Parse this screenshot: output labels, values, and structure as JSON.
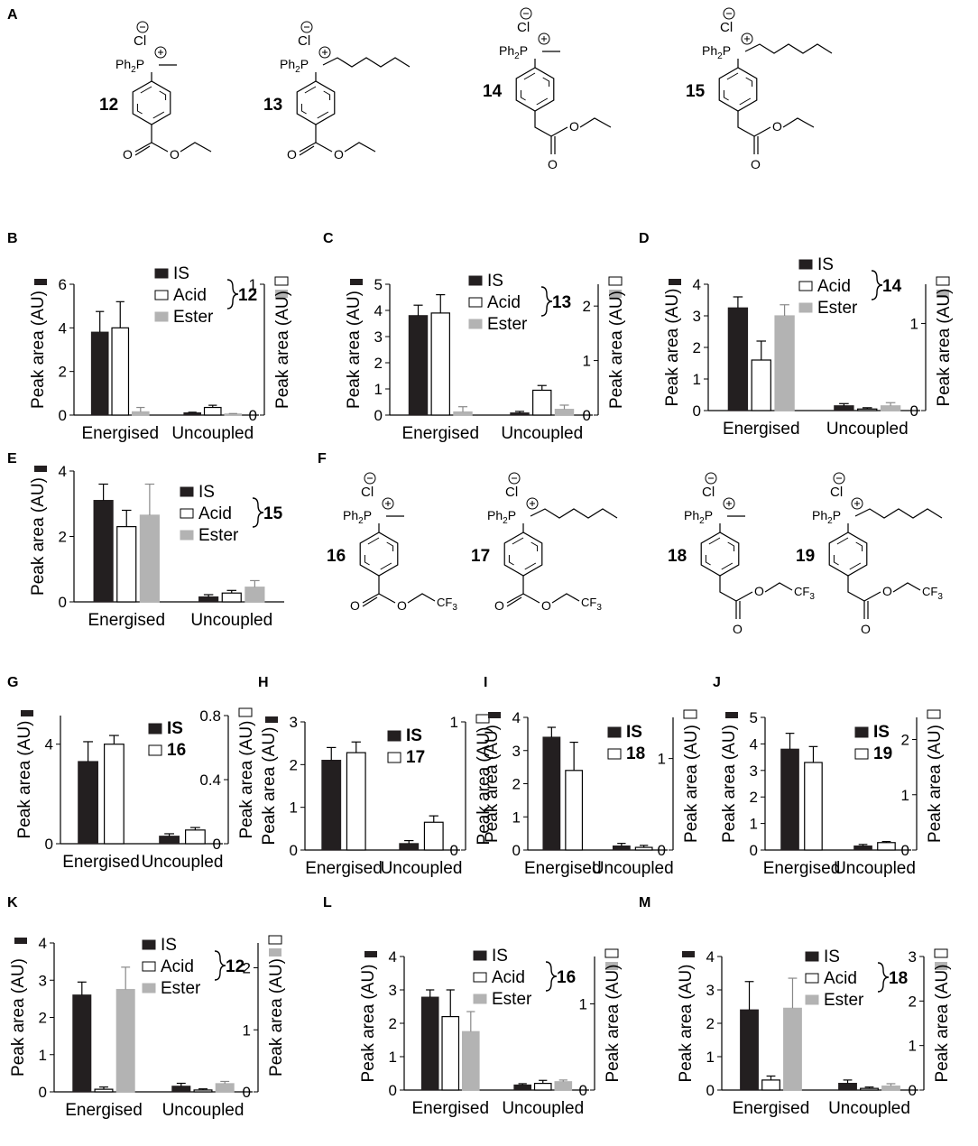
{
  "colors": {
    "is": "#231f20",
    "acid": "#ffffff",
    "ester": "#b3b3b3",
    "stroke": "#000000"
  },
  "labels": {
    "cl": "Cl",
    "ph2p": "Ph",
    "ph2p_sub": "2",
    "ph2p_p": "P",
    "o": "O",
    "cf3": "CF",
    "cf3_sub": "3"
  },
  "panels_A": {
    "letter": "A",
    "structures": [
      {
        "id": "12",
        "chain": "methyl",
        "linker": "benzoate",
        "ester": "ethyl"
      },
      {
        "id": "13",
        "chain": "hexyl",
        "linker": "benzoate",
        "ester": "ethyl"
      },
      {
        "id": "14",
        "chain": "methyl",
        "linker": "phenylacetate",
        "ester": "ethyl"
      },
      {
        "id": "15",
        "chain": "hexyl",
        "linker": "phenylacetate",
        "ester": "ethyl"
      }
    ]
  },
  "panels_F": {
    "letter": "F",
    "structures": [
      {
        "id": "16",
        "chain": "methyl",
        "linker": "benzoate",
        "ester": "trifluoroethyl"
      },
      {
        "id": "17",
        "chain": "hexyl",
        "linker": "benzoate",
        "ester": "trifluoroethyl"
      },
      {
        "id": "18",
        "chain": "methyl",
        "linker": "phenylacetate",
        "ester": "trifluoroethyl"
      },
      {
        "id": "19",
        "chain": "hexyl",
        "linker": "phenylacetate",
        "ester": "trifluoroethyl"
      }
    ]
  },
  "chart_data": [
    {
      "panel": "B",
      "type": "bar",
      "compound": "12",
      "categories": [
        "Energised",
        "Uncoupled"
      ],
      "ylabel": "Peak area (AU)",
      "ylabel_right": "Peak area (AU)",
      "ylim": [
        0,
        6
      ],
      "yticks": [
        0,
        2,
        4,
        6
      ],
      "ylim_right": [
        0,
        1
      ],
      "yticks_right": [
        0,
        1
      ],
      "legend": [
        "IS",
        "Acid",
        "Ester"
      ],
      "series": [
        {
          "name": "IS",
          "axis": "left",
          "values": [
            3.8,
            0.1
          ],
          "errors": [
            0.95,
            0.03
          ]
        },
        {
          "name": "Acid",
          "axis": "left",
          "values": [
            4.0,
            0.35
          ],
          "errors": [
            1.2,
            0.1
          ]
        },
        {
          "name": "Ester",
          "axis": "left",
          "values": [
            0.15,
            0.05
          ],
          "errors": [
            0.2,
            0.02
          ]
        }
      ]
    },
    {
      "panel": "C",
      "type": "bar",
      "compound": "13",
      "categories": [
        "Energised",
        "Uncoupled"
      ],
      "ylabel": "Peak area (AU)",
      "ylabel_right": "Peak area (AU)",
      "ylim": [
        0,
        5
      ],
      "yticks": [
        0,
        1,
        2,
        3,
        4,
        5
      ],
      "ylim_right": [
        0,
        2.4
      ],
      "yticks_right": [
        0,
        1,
        2
      ],
      "legend": [
        "IS",
        "Acid",
        "Ester"
      ],
      "series": [
        {
          "name": "IS",
          "axis": "left",
          "values": [
            3.8,
            0.08
          ],
          "errors": [
            0.4,
            0.06
          ]
        },
        {
          "name": "Acid",
          "axis": "left",
          "values": [
            3.9,
            0.95
          ],
          "errors": [
            0.7,
            0.18
          ]
        },
        {
          "name": "Ester",
          "axis": "left",
          "values": [
            0.12,
            0.22
          ],
          "errors": [
            0.2,
            0.16
          ]
        }
      ]
    },
    {
      "panel": "D",
      "type": "bar",
      "compound": "14",
      "categories": [
        "Energised",
        "Uncoupled"
      ],
      "ylabel": "Peak area (AU)",
      "ylabel_right": "Peak area (AU)",
      "ylim": [
        0,
        4
      ],
      "yticks": [
        0,
        1,
        2,
        3,
        4
      ],
      "ylim_right": [
        0,
        1.45
      ],
      "yticks_right": [
        0,
        1
      ],
      "legend": [
        "IS",
        "Acid",
        "Ester"
      ],
      "series": [
        {
          "name": "IS",
          "axis": "left",
          "values": [
            3.25,
            0.15
          ],
          "errors": [
            0.35,
            0.07
          ]
        },
        {
          "name": "Acid",
          "axis": "left",
          "values": [
            1.6,
            0.05
          ],
          "errors": [
            0.6,
            0.04
          ]
        },
        {
          "name": "Ester",
          "axis": "left",
          "values": [
            3.0,
            0.15
          ],
          "errors": [
            0.35,
            0.1
          ]
        }
      ]
    },
    {
      "panel": "E",
      "type": "bar",
      "compound": "15",
      "categories": [
        "Energised",
        "Uncoupled"
      ],
      "ylabel": "Peak area (AU)",
      "ylim": [
        0,
        4
      ],
      "yticks": [
        0,
        2,
        4
      ],
      "legend": [
        "IS",
        "Acid",
        "Ester"
      ],
      "series": [
        {
          "name": "IS",
          "axis": "left",
          "values": [
            3.1,
            0.15
          ],
          "errors": [
            0.5,
            0.07
          ]
        },
        {
          "name": "Acid",
          "axis": "left",
          "values": [
            2.3,
            0.27
          ],
          "errors": [
            0.5,
            0.08
          ]
        },
        {
          "name": "Ester",
          "axis": "left",
          "values": [
            2.65,
            0.45
          ],
          "errors": [
            0.95,
            0.2
          ]
        }
      ]
    },
    {
      "panel": "G",
      "type": "bar",
      "compound": "16",
      "categories": [
        "Energised",
        "Uncoupled"
      ],
      "ylabel": "Peak area (AU)",
      "ylabel_right": "Peak area (AU)",
      "ylim": [
        0,
        5.15
      ],
      "yticks": [
        0,
        4
      ],
      "ylim_right": [
        0,
        0.8
      ],
      "yticks_right": [
        0,
        0.4,
        0.8
      ],
      "legend": [
        "IS",
        "16"
      ],
      "series": [
        {
          "name": "IS",
          "axis": "left",
          "values": [
            3.3,
            0.3
          ],
          "errors": [
            0.8,
            0.1
          ]
        },
        {
          "name": "16",
          "axis": "left",
          "values": [
            4.0,
            0.55
          ],
          "errors": [
            0.35,
            0.1
          ]
        }
      ]
    },
    {
      "panel": "H",
      "type": "bar",
      "compound": "17",
      "categories": [
        "Energised",
        "Uncoupled"
      ],
      "ylabel": "Peak area (AU)",
      "ylabel_right": "Peak area (AU)",
      "ylim": [
        0,
        3
      ],
      "yticks": [
        0,
        1,
        2,
        3
      ],
      "ylim_right": [
        0,
        1
      ],
      "yticks_right": [
        0,
        1
      ],
      "legend": [
        "IS",
        "17"
      ],
      "series": [
        {
          "name": "IS",
          "axis": "left",
          "values": [
            2.1,
            0.15
          ],
          "errors": [
            0.3,
            0.07
          ]
        },
        {
          "name": "17",
          "axis": "left",
          "values": [
            2.28,
            0.65
          ],
          "errors": [
            0.25,
            0.15
          ]
        }
      ]
    },
    {
      "panel": "I",
      "type": "bar",
      "compound": "18",
      "categories": [
        "Energised",
        "Uncoupled"
      ],
      "ylabel": "Peak area (AU)",
      "ylabel_right": "Peak area (AU)",
      "ylim": [
        0,
        4
      ],
      "yticks": [
        0,
        1,
        2,
        3,
        4
      ],
      "ylim_right": [
        0,
        1.45
      ],
      "yticks_right": [
        0,
        1
      ],
      "legend": [
        "IS",
        "18"
      ],
      "series": [
        {
          "name": "IS",
          "axis": "left",
          "values": [
            3.4,
            0.12
          ],
          "errors": [
            0.3,
            0.08
          ]
        },
        {
          "name": "18",
          "axis": "left",
          "values": [
            2.4,
            0.08
          ],
          "errors": [
            0.85,
            0.06
          ]
        }
      ]
    },
    {
      "panel": "J",
      "type": "bar",
      "compound": "19",
      "categories": [
        "Energised",
        "Uncoupled"
      ],
      "ylabel": "Peak area (AU)",
      "ylabel_right": "Peak area (AU)",
      "ylim": [
        0,
        5
      ],
      "yticks": [
        0,
        1,
        2,
        3,
        4,
        5
      ],
      "ylim_right": [
        0,
        2.4
      ],
      "yticks_right": [
        0,
        1,
        2
      ],
      "legend": [
        "IS",
        "19"
      ],
      "series": [
        {
          "name": "IS",
          "axis": "left",
          "values": [
            3.8,
            0.15
          ],
          "errors": [
            0.6,
            0.06
          ]
        },
        {
          "name": "19",
          "axis": "left",
          "values": [
            3.3,
            0.28
          ],
          "errors": [
            0.6,
            0.04
          ]
        }
      ]
    },
    {
      "panel": "K",
      "type": "bar",
      "compound": "12",
      "categories": [
        "Energised",
        "Uncoupled"
      ],
      "ylabel": "Peak area (AU)",
      "ylabel_right": "Peak area (AU)",
      "ylim": [
        0,
        4
      ],
      "yticks": [
        0,
        1,
        2,
        3,
        4
      ],
      "ylim_right": [
        0,
        2.4
      ],
      "yticks_right": [
        0,
        1,
        2
      ],
      "legend": [
        "IS",
        "Acid",
        "Ester"
      ],
      "series": [
        {
          "name": "IS",
          "axis": "left",
          "values": [
            2.6,
            0.15
          ],
          "errors": [
            0.35,
            0.08
          ]
        },
        {
          "name": "Acid",
          "axis": "left",
          "values": [
            0.07,
            0.05
          ],
          "errors": [
            0.06,
            0.03
          ]
        },
        {
          "name": "Ester",
          "axis": "left",
          "values": [
            2.75,
            0.22
          ],
          "errors": [
            0.6,
            0.06
          ]
        }
      ]
    },
    {
      "panel": "L",
      "type": "bar",
      "compound": "16",
      "categories": [
        "Energised",
        "Uncoupled"
      ],
      "ylabel": "Peak area (AU)",
      "ylabel_right": "Peak area (AU)",
      "ylim": [
        0,
        4
      ],
      "yticks": [
        0,
        1,
        2,
        3,
        4
      ],
      "ylim_right": [
        0,
        1.55
      ],
      "yticks_right": [
        0,
        1
      ],
      "legend": [
        "IS",
        "Acid",
        "Ester"
      ],
      "series": [
        {
          "name": "IS",
          "axis": "left",
          "values": [
            2.78,
            0.15
          ],
          "errors": [
            0.22,
            0.04
          ]
        },
        {
          "name": "Acid",
          "axis": "left",
          "values": [
            2.2,
            0.2
          ],
          "errors": [
            0.8,
            0.09
          ]
        },
        {
          "name": "Ester",
          "axis": "left",
          "values": [
            1.75,
            0.25
          ],
          "errors": [
            0.6,
            0.05
          ]
        }
      ]
    },
    {
      "panel": "M",
      "type": "bar",
      "compound": "18",
      "categories": [
        "Energised",
        "Uncoupled"
      ],
      "ylabel": "Peak area (AU)",
      "ylabel_right": "Peak area (AU)",
      "ylim": [
        0,
        4
      ],
      "yticks": [
        0,
        1,
        2,
        3,
        4
      ],
      "ylim_right": [
        0,
        3
      ],
      "yticks_right": [
        0,
        1,
        2,
        3
      ],
      "legend": [
        "IS",
        "Acid",
        "Ester"
      ],
      "series": [
        {
          "name": "IS",
          "axis": "left",
          "values": [
            2.4,
            0.2
          ],
          "errors": [
            0.85,
            0.1
          ]
        },
        {
          "name": "Acid",
          "axis": "left",
          "values": [
            0.3,
            0.05
          ],
          "errors": [
            0.12,
            0.04
          ]
        },
        {
          "name": "Ester",
          "axis": "left",
          "values": [
            2.45,
            0.12
          ],
          "errors": [
            0.9,
            0.07
          ]
        }
      ]
    }
  ]
}
